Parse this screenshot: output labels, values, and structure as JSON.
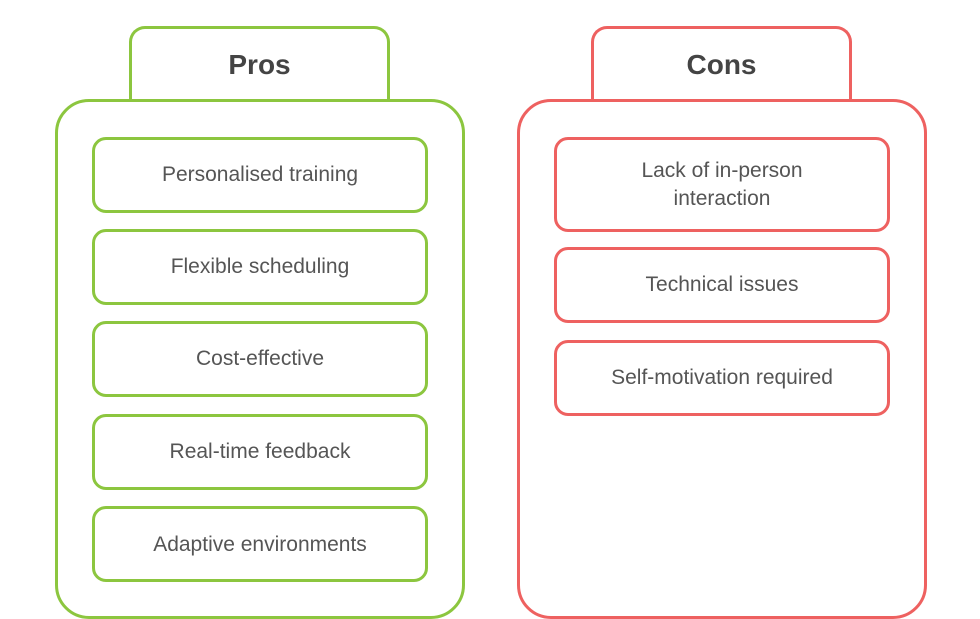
{
  "colors": {
    "pros_accent": "#8cc63f",
    "cons_accent": "#ee6160",
    "text": "#555555",
    "heading": "#444444"
  },
  "pros": {
    "title": "Pros",
    "items": [
      "Personalised training",
      "Flexible scheduling",
      "Cost-effective",
      "Real-time feedback",
      "Adaptive environments"
    ]
  },
  "cons": {
    "title": "Cons",
    "items": [
      "Lack of in-person interaction",
      "Technical issues",
      "Self-motivation required"
    ]
  }
}
